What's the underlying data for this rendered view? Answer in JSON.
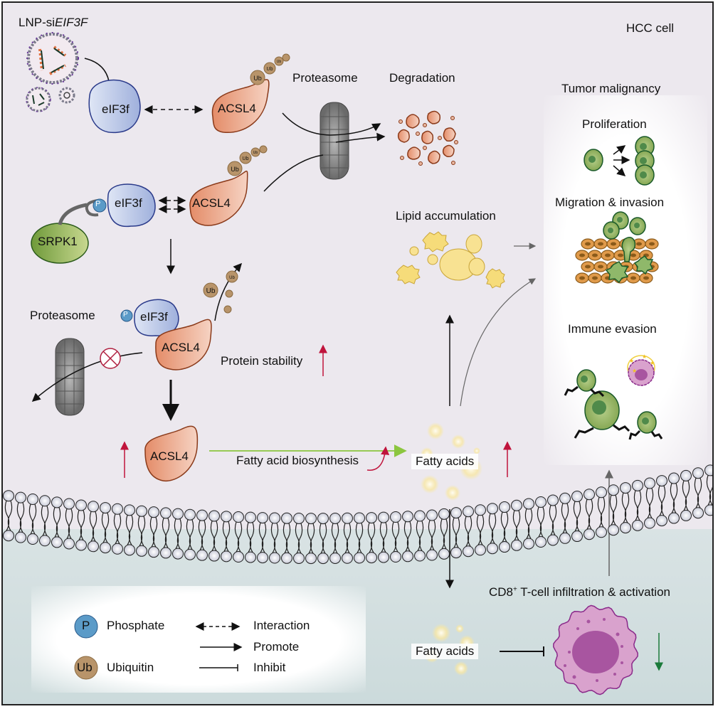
{
  "title": {
    "lnp_prefix": "LNP-si",
    "lnp_gene": "EIF3F",
    "cell_label": "HCC cell"
  },
  "proteins": {
    "eif3f": "eIF3f",
    "acsl4": "ACSL4",
    "srpk1": "SRPK1",
    "phosphate_short": "P",
    "ubiquitin_short": "Ub"
  },
  "labels": {
    "proteasome_top": "Proteasome",
    "degradation": "Degradation",
    "proteasome_mid": "Proteasome",
    "protein_stability": "Protein stability",
    "fatty_acid_biosynthesis": "Fatty acid biosynthesis",
    "fatty_acids_inside": "Fatty acids",
    "lipid_accumulation": "Lipid accumulation",
    "fatty_acids_outside": "Fatty acids",
    "cd8_prefix": "CD8",
    "cd8_sup": "+",
    "cd8_suffix": " T-cell infiltration & activation"
  },
  "tumor_malignancy": {
    "title": "Tumor malignancy",
    "items": [
      "Proliferation",
      "Migration & invasion",
      "Immune evasion"
    ]
  },
  "legend": {
    "phosphate": "Phosphate",
    "ubiquitin": "Ubiquitin",
    "interaction": "Interaction",
    "promote": "Promote",
    "inhibit": "Inhibit"
  },
  "colors": {
    "eif3f_fill": "#b7c6e6",
    "acsl4_fill": "#e69a7a",
    "srpk1_fill": "#8fb05a",
    "phosphate": "#5b9bc8",
    "ubiquitin": "#b8946a",
    "up_arrow": "#c0143c",
    "down_arrow": "#1a7a3a",
    "green_arrow": "#8cc63f",
    "tcell_fill": "#d9a2cd",
    "tcell_nucleus": "#a855a0",
    "tumor_cell": "#9bbd6e",
    "lipid": "#f6dc7a"
  }
}
